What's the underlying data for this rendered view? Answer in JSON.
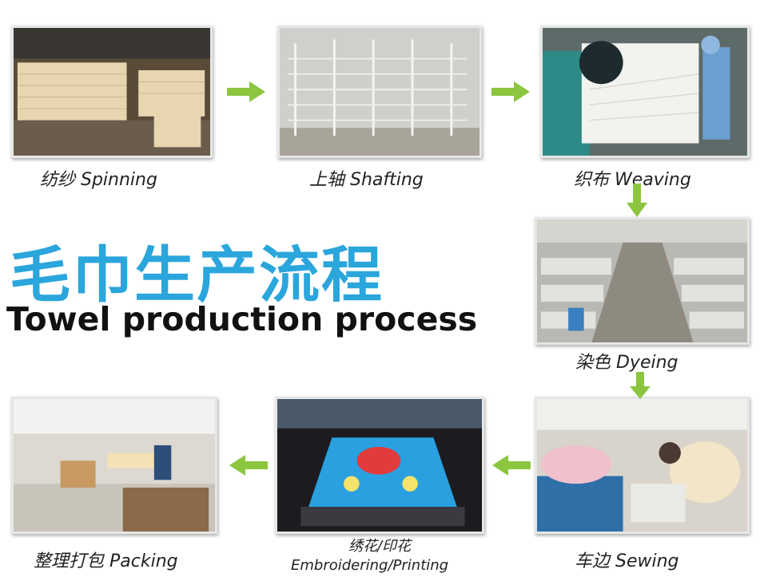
{
  "title": {
    "chinese": "毛巾生产流程",
    "english": "Towel production process",
    "color": "#2aa6dc"
  },
  "arrow_color": "#8cc63f",
  "steps": [
    {
      "caption": "纺纱 Spinning"
    },
    {
      "caption": "上轴 Shafting"
    },
    {
      "caption": "织布 Weaving"
    },
    {
      "caption": "染色 Dyeing"
    },
    {
      "caption": "车边 Sewing"
    },
    {
      "caption_line1": "绣花/印花",
      "caption_line2": "Embroidering/Printing"
    },
    {
      "caption": "整理打包 Packing"
    }
  ]
}
